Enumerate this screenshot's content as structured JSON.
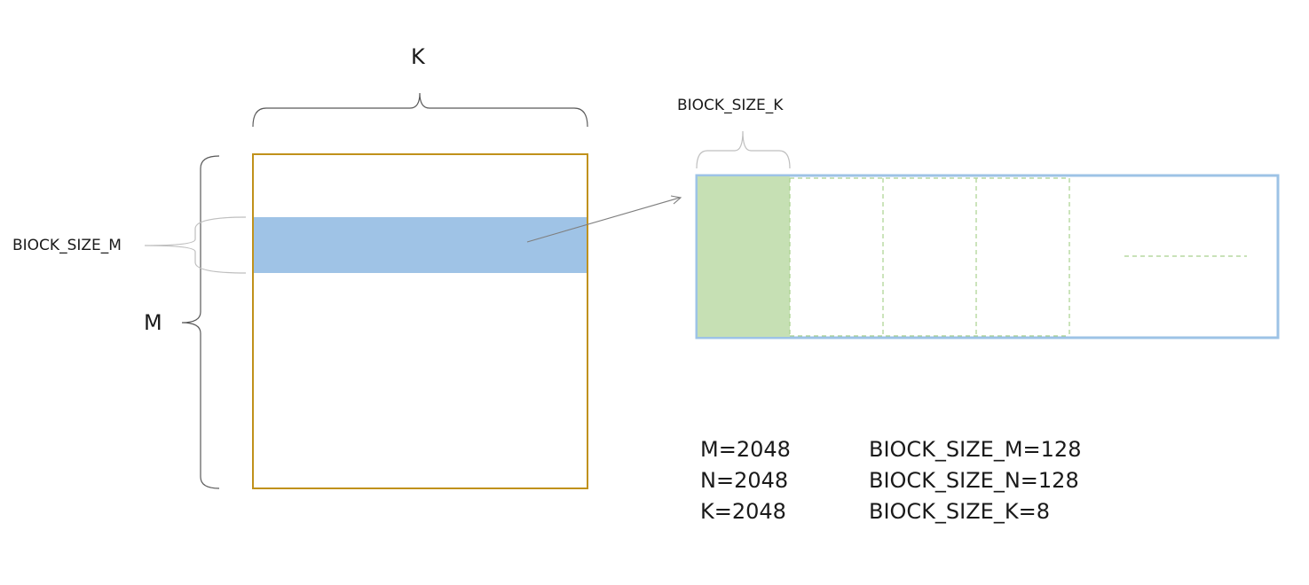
{
  "diagram": {
    "labels": {
      "k_brace": "K",
      "m_brace": "M",
      "block_size_m_brace": "BIOCK_SIZE_M",
      "block_size_k_brace": "BIOCK_SIZE_K"
    },
    "parameters": {
      "dims": [
        "M=2048",
        "N=2048",
        "K=2048"
      ],
      "block_sizes": [
        "BIOCK_SIZE_M=128",
        "BIOCK_SIZE_N=128",
        "BIOCK_SIZE_K=8"
      ]
    },
    "colors": {
      "matrix_border": "#c0911b",
      "row_block_fill": "#9fc3e6",
      "strip_border": "#9dc3e6",
      "k_block_fill": "#c6e0b4",
      "dashed_divider": "#a9d18e",
      "brace": "#595959",
      "light_brace": "#bfbfbf",
      "arrow": "#7f7f7f"
    }
  }
}
